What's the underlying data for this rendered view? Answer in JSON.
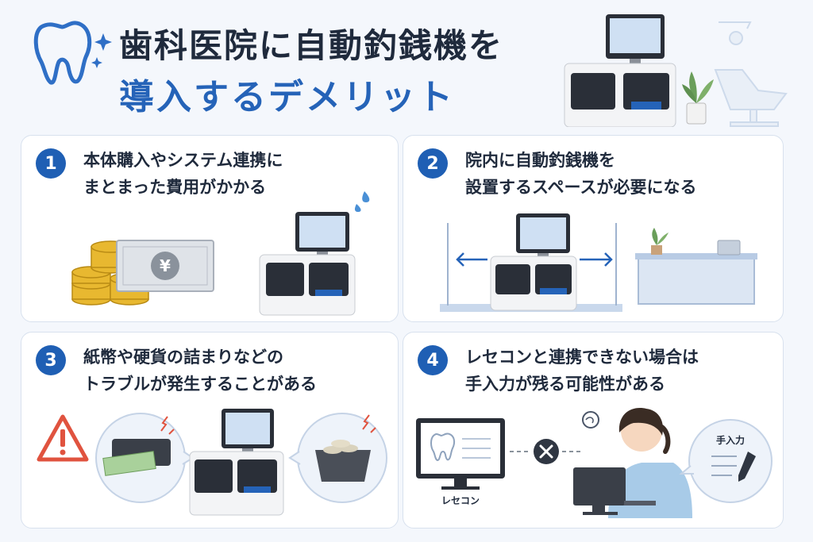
{
  "header": {
    "title_line1": "歯科医院に自動釣銭機を",
    "title_line2": "導入するデメリット"
  },
  "cards": [
    {
      "number": "1",
      "line1": "本体購入やシステム連携に",
      "line2": "まとまった費用がかかる",
      "currency_symbol": "¥"
    },
    {
      "number": "2",
      "line1": "院内に自動釣銭機を",
      "line2": "設置するスペースが必要になる"
    },
    {
      "number": "3",
      "line1": "紙幣や硬貨の詰まりなどの",
      "line2": "トラブルが発生することがある"
    },
    {
      "number": "4",
      "line1": "レセコンと連携できない場合は",
      "line2": "手入力が残る可能性がある",
      "receipt_computer_label": "レセコン",
      "manual_input_label": "手入力"
    }
  ],
  "colors": {
    "accent_blue": "#2563b8",
    "badge_blue": "#1f5fb4",
    "warning_red": "#e0533f",
    "coin_gold": "#e8b830"
  },
  "icons": [
    "tooth-icon",
    "sparkle-icon",
    "warning-icon",
    "cross-icon",
    "pen-icon",
    "yen-icon"
  ]
}
